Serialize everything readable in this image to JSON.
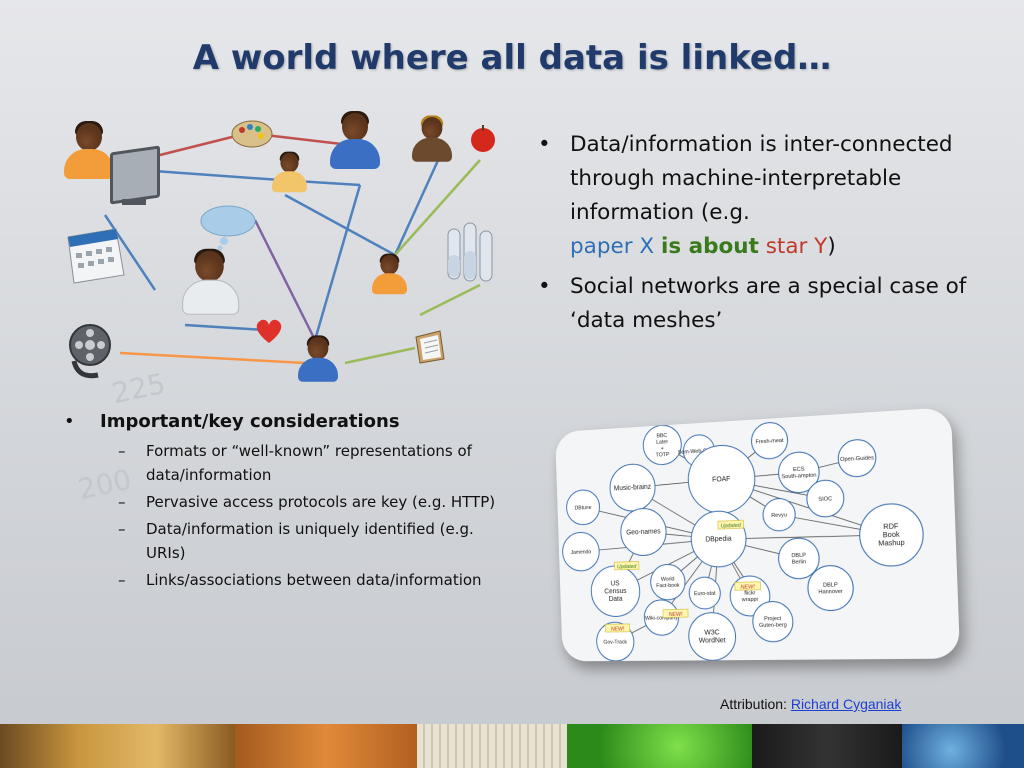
{
  "slide": {
    "title": "A world where all data is linked…"
  },
  "right_bullets": {
    "b1_part1": "Data/information is inter-connected through machine-interpretable information (e.g.",
    "b1_paper": "paper X",
    "b1_about": "is about",
    "b1_star": "star Y",
    "b1_close": ")",
    "b2": "Social networks are a special case of ‘data meshes’"
  },
  "left_bullets": {
    "heading": "Important/key considerations",
    "items": [
      "Formats or “well-known” representations of data/information",
      "Pervasive access protocols are key (e.g. HTTP)",
      "Data/information is uniquely identified (e.g. URIs)",
      "Links/associations between data/information"
    ]
  },
  "diagram": {
    "nodes": [
      "BBC Later + TOTP",
      "Sem-Web-Central",
      "Fresh-meat",
      "Open-Guides",
      "Music-brainz",
      "FOAF",
      "ECS South-ampton",
      "DBtune",
      "SIOC",
      "Revyu",
      "Geo-names",
      "DBpedia",
      "RDF Book Mashup",
      "Jamendo",
      "DBLP Berlin",
      "US Census Data",
      "World Fact-book",
      "Euro-stat",
      "flickr wrappr",
      "DBLP Hannover",
      "Wiki-company",
      "Project Guten-berg",
      "W3C WordNet",
      "Gov-Track"
    ],
    "badges": [
      "Updated",
      "Updated",
      "NEW!",
      "NEW!",
      "NEW!"
    ]
  },
  "attribution": {
    "label": "Attribution:",
    "link": "Richard Cyganiak"
  },
  "icons": [
    "person-icon",
    "computer-icon",
    "palette-icon",
    "apple-icon",
    "calendar-icon",
    "thought-bubble-icon",
    "heart-icon",
    "film-reel-icon",
    "test-tubes-icon",
    "clipboard-icon"
  ]
}
